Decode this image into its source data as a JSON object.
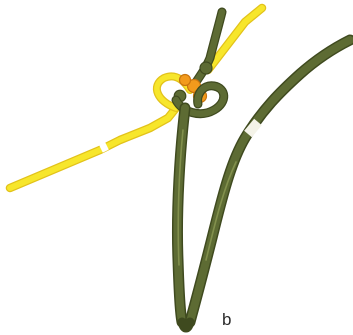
{
  "figure": {
    "step_label": "b",
    "colors": {
      "background": "#ffffff",
      "cord_green": "#5d6b33",
      "cord_green_dark": "#3f4a1f",
      "cord_green_light": "#8c9a54",
      "cord_yellow": "#f7e62b",
      "cord_yellow_edge": "#e2c21a",
      "bead_orange": "#f29a1c",
      "bead_orange_dark": "#c9740f",
      "highlight": "#f4f3e8"
    },
    "icons": [
      "green-cord",
      "yellow-cord",
      "orange-bead",
      "loop-knot"
    ]
  }
}
